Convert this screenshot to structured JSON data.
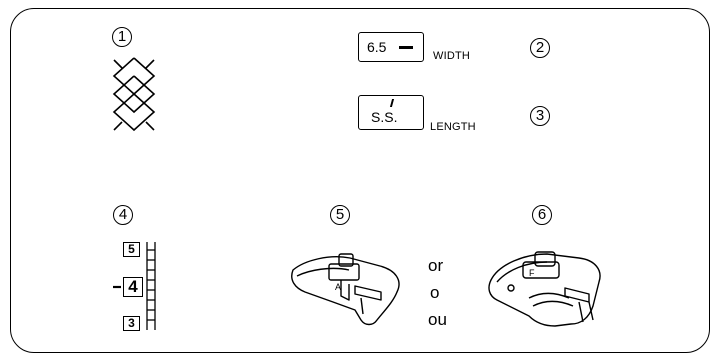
{
  "markers": {
    "m1": "1",
    "m2": "2",
    "m3": "3",
    "m4": "4",
    "m5": "5",
    "m6": "6"
  },
  "width_setting": {
    "value": "6.5",
    "label": "WIDTH"
  },
  "length_setting": {
    "value": "S.S.",
    "label": "LENGTH"
  },
  "tension_dial": {
    "upper": "5",
    "current": "4",
    "lower": "3"
  },
  "foot_alternatives": [
    "or",
    "o",
    "ou"
  ],
  "icons": {
    "stitch_pattern": "cross-stitch-diamond-icon",
    "presser_foot_a": "presser-foot-a-icon",
    "presser_foot_f": "presser-foot-f-icon",
    "tension_dial": "tension-dial-icon"
  }
}
